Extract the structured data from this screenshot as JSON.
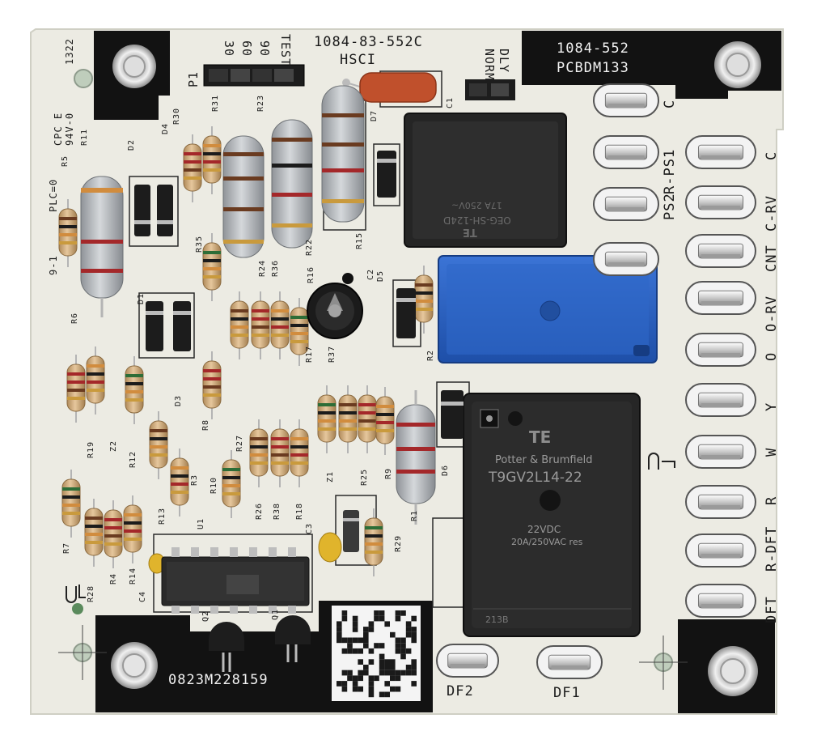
{
  "board": {
    "part_number": "1084-83-552C",
    "hsci": "HSCI",
    "model_1": "1084-552",
    "model_2": "PCBDM133",
    "serial": "0823M228159",
    "norm": "NORM",
    "dly": "DLY",
    "p1": "P1",
    "jumper_30": "30",
    "jumper_60": "60",
    "jumper_90": "90",
    "jumper_test": "TEST",
    "code_1": "1322",
    "code_2": "CPC E",
    "code_3": "94V-0",
    "plc": "PLC=0",
    "rev": "9-1"
  },
  "terminals": [
    {
      "label": "C"
    },
    {
      "label": "R-PS1"
    },
    {
      "label": "C"
    },
    {
      "label": "PS2"
    },
    {
      "label": "C-RV"
    },
    {
      "label": "CNT"
    },
    {
      "label": "O-RV"
    },
    {
      "label": "O"
    },
    {
      "label": "Y"
    },
    {
      "label": "W"
    },
    {
      "label": "R"
    },
    {
      "label": "R-DFT"
    },
    {
      "label": "DFT"
    },
    {
      "label": "DF2"
    },
    {
      "label": "DF1"
    }
  ],
  "refdes": [
    "R11",
    "R5",
    "D2",
    "D4",
    "R30",
    "R31",
    "R23",
    "D7",
    "C1",
    "R15",
    "R22",
    "R35",
    "R24",
    "R36",
    "R16",
    "C2",
    "D5",
    "R6",
    "D1",
    "R17",
    "R37",
    "R2",
    "R19",
    "Z2",
    "R12",
    "D3",
    "R8",
    "R27",
    "R9",
    "R3",
    "R10",
    "R13",
    "R26",
    "R38",
    "R18",
    "C3",
    "Z1",
    "R25",
    "D6",
    "R1",
    "R7",
    "R28",
    "R4",
    "R14",
    "C4",
    "U1",
    "R29",
    "Q2",
    "Q1"
  ],
  "relay_main": {
    "brand": "TE",
    "maker": "Potter & Brumfield",
    "model": "T9GV2L14-22",
    "coil": "22VDC",
    "rating": "20A/250VAC res",
    "lot": "213B"
  },
  "relay_small": {
    "model": "OEG-SH-124D",
    "rating": "17A 250V~",
    "brand": "TE"
  },
  "colors": {
    "board": "#ecebe3",
    "silk_black": "#121212",
    "relay_blue": "#2a61c4",
    "relay_black": "#252525",
    "resistor_body": "#d7b487",
    "power_resistor": "#b8bcc0",
    "cap_orange": "#c0502c",
    "cap_yellow": "#e0b42c"
  }
}
